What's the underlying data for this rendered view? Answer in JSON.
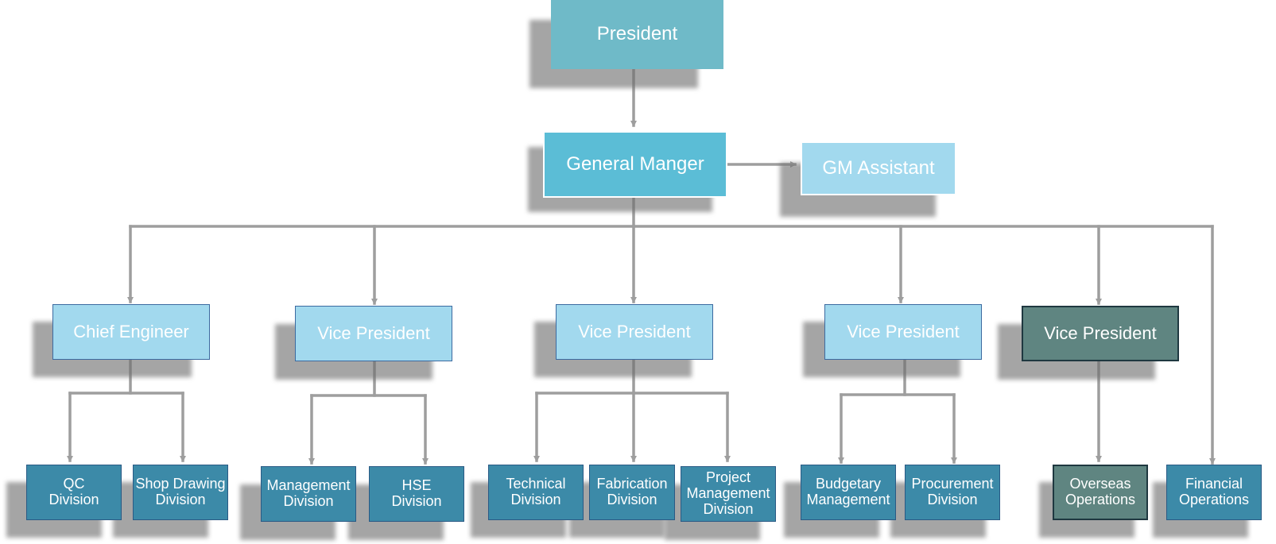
{
  "org_chart": {
    "president": "President",
    "general_manager": "General Manger",
    "gm_assistant": "GM Assistant",
    "chief_engineer": "Chief Engineer",
    "vp_1": "Vice President",
    "vp_2": "Vice President",
    "vp_3": "Vice President",
    "vp_4": "Vice President",
    "qc_division": "QC\nDivision",
    "shop_drawing_division": "Shop Drawing\nDivision",
    "management_division": "Management\nDivision",
    "hse_division": "HSE\nDivision",
    "technical_division": "Technical\nDivision",
    "fabrication_division": "Fabrication\nDivision",
    "project_management_division": "Project\nManagement\nDivision",
    "budgetary_management": "Budgetary\nManagement",
    "procurement_division": "Procurement\nDivision",
    "overseas_operations": "Overseas\nOperations",
    "financial_operations": "Financial\nOperations"
  },
  "colors": {
    "top_box": "#6fbac8",
    "manager_box": "#5bbdd6",
    "light_box": "#a2d9ee",
    "dark_box": "#3c8aa8",
    "slate_box": "#5f8581",
    "connector": "#9e9e9e"
  }
}
